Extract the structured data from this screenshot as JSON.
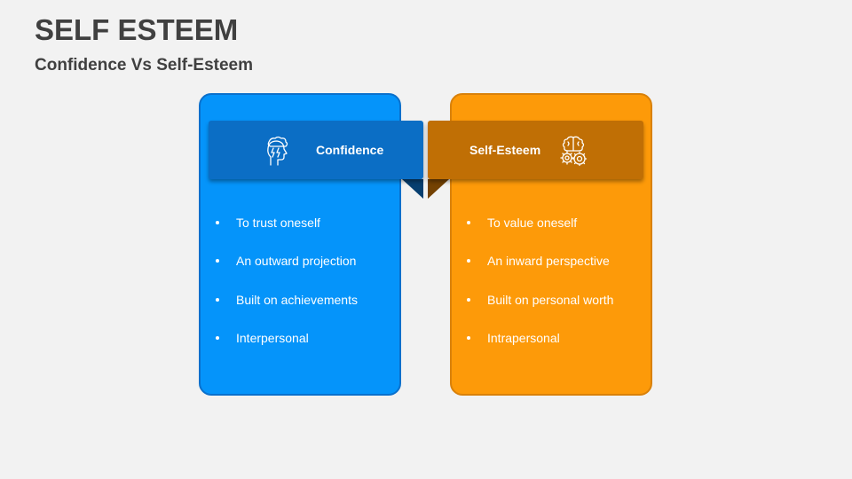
{
  "slide": {
    "title": "SELF ESTEEM",
    "subtitle": "Confidence Vs Self-Esteem"
  },
  "colors": {
    "background": "#f2f2f2",
    "left_card": "#0594fa",
    "left_banner": "#0b6ec5",
    "right_card": "#fd9a09",
    "right_banner": "#c06f05",
    "text": "#404040"
  },
  "left_panel": {
    "heading": "Confidence",
    "icon": "head-lightning-icon",
    "items": [
      "To trust oneself",
      "An outward projection",
      "Built on achievements",
      "Interpersonal"
    ]
  },
  "right_panel": {
    "heading": "Self-Esteem",
    "icon": "brain-gear-icon",
    "items": [
      "To value oneself",
      "An inward perspective",
      "Built on personal worth",
      "Intrapersonal"
    ]
  }
}
